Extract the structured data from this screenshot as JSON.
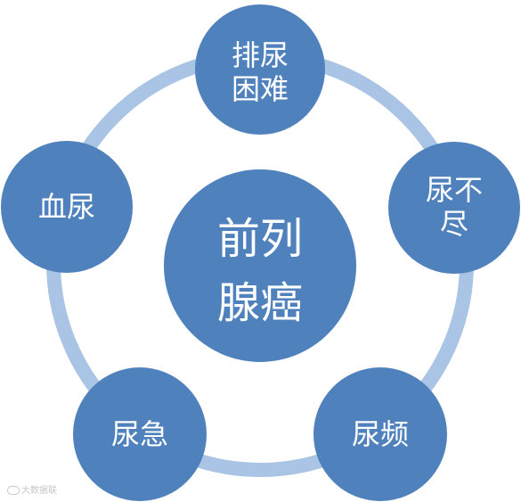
{
  "center": {
    "line1": "前列",
    "line2": "腺癌"
  },
  "nodes": [
    {
      "line1": "排尿",
      "line2": "困难"
    },
    {
      "line1": "尿不",
      "line2": "尽"
    },
    {
      "line1": "尿频",
      "line2": ""
    },
    {
      "line1": "尿急",
      "line2": ""
    },
    {
      "line1": "血尿",
      "line2": ""
    }
  ],
  "watermark": "大数据联",
  "colors": {
    "node_fill": "#4f81bd",
    "ring": "#a9c4e4",
    "text": "#ffffff"
  }
}
